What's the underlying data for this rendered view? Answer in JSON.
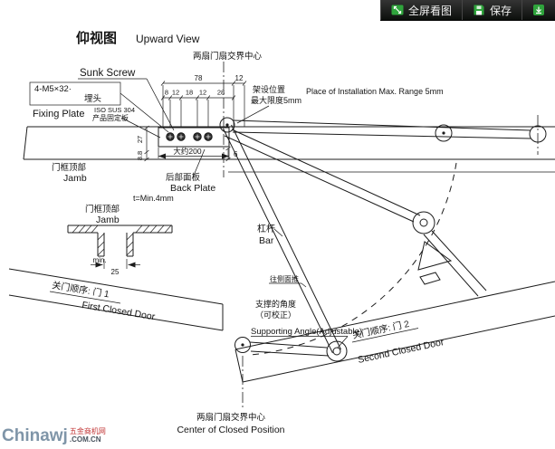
{
  "toolbar": {
    "fullscreen_label": "全屏看图",
    "save_label": "保存",
    "icons": {
      "fullscreen": "expand-icon",
      "save": "save-icon",
      "extra": "download-icon"
    }
  },
  "watermark": {
    "brand": "Chinawj",
    "site": "五金商机网",
    "domain": ".COM.CN"
  },
  "diagram": {
    "title_zh": "仰视图",
    "title_en": "Upward View",
    "center_top": "两扇门扇交界中心",
    "sunk_screw": "Sunk Screw",
    "screw_spec": "4-M5×32·",
    "countersunk": "埋头",
    "material": "ISO SUS 304",
    "fixing_plate_zh": "产品固定板",
    "fixing_plate_en": "Fixing Plate",
    "install_pos_zh": "架设位置",
    "install_range_zh": "最大限度5mm",
    "install_en": "Place of Installation Max. Range 5mm",
    "dim_78": "78",
    "dim_12": "12",
    "dims_row2": [
      "8",
      "12",
      "18",
      "12",
      "28"
    ],
    "dim_27": "27",
    "dim_8_8": "8.8",
    "dim_6": "6",
    "approx_200": "大约200",
    "jamb_zh": "门框顶部",
    "jamb_en": "Jamb",
    "back_plate_zh": "后部面板",
    "back_plate_en": "Back Plate",
    "thickness_note": "t=Min.4mm",
    "section_jamb_zh": "门框顶部",
    "section_jamb_en": "Jamb",
    "min_label": "min.",
    "dim_25": "25",
    "bar_zh": "杠杆",
    "bar_en": "Bar",
    "push_side": "往侧面推",
    "support_angle_zh": "支撑的角度",
    "support_adjust_zh": "（可校正）",
    "support_en": "Supporting Angle(Adjustable)",
    "door1_zh": "关门顺序: 门 1",
    "door1_en": "First Closed Door",
    "door2_zh": "关门顺序: 门 2",
    "door2_en": "Second Closed Door",
    "center_bottom_zh": "两扇门扇交界中心",
    "center_bottom_en": "Center of Closed Position"
  }
}
